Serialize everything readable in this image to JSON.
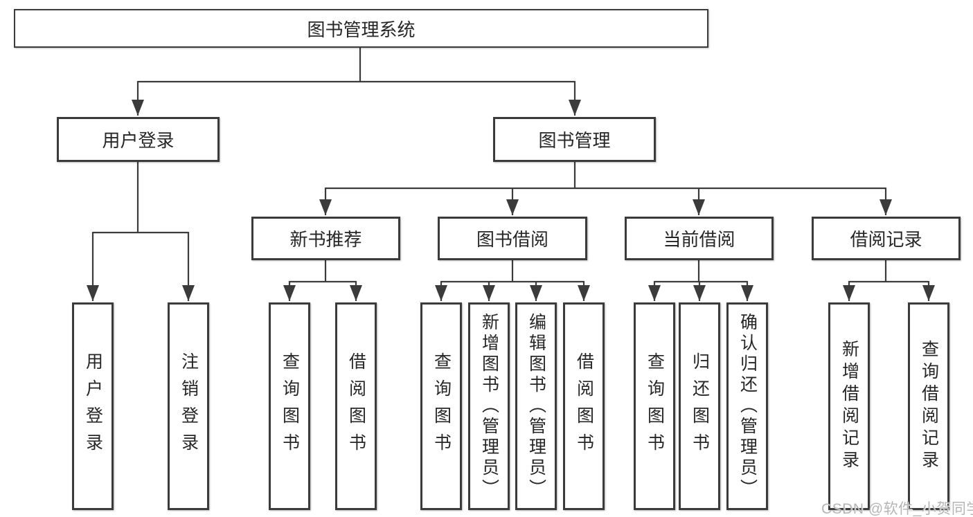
{
  "colors": {
    "line": "#3b3b3b",
    "box_border": "#3b3b3b",
    "box_fill": "#ffffff",
    "text": "#262626",
    "watermark_text": "#b5b5b5",
    "background": "#ffffff"
  },
  "tree": {
    "root": {
      "label": "图书管理系统"
    },
    "level2": [
      {
        "label": "用户登录",
        "leaves": [
          "用户登录",
          "注销登录"
        ]
      },
      {
        "label": "图书管理",
        "children": [
          {
            "label": "新书推荐",
            "leaves": [
              "查询图书",
              "借阅图书"
            ]
          },
          {
            "label": "图书借阅",
            "leaves": [
              "查询图书",
              "新增图书（管理员）",
              "编辑图书（管理员）",
              "借阅图书"
            ]
          },
          {
            "label": "当前借阅",
            "leaves": [
              "查询图书",
              "归还图书",
              "确认归还（管理员）"
            ]
          },
          {
            "label": "借阅记录",
            "leaves": [
              "新增借阅记录",
              "查询借阅记录"
            ]
          }
        ]
      }
    ]
  },
  "watermark": {
    "text": "CSDN @软件_小贺同学"
  }
}
